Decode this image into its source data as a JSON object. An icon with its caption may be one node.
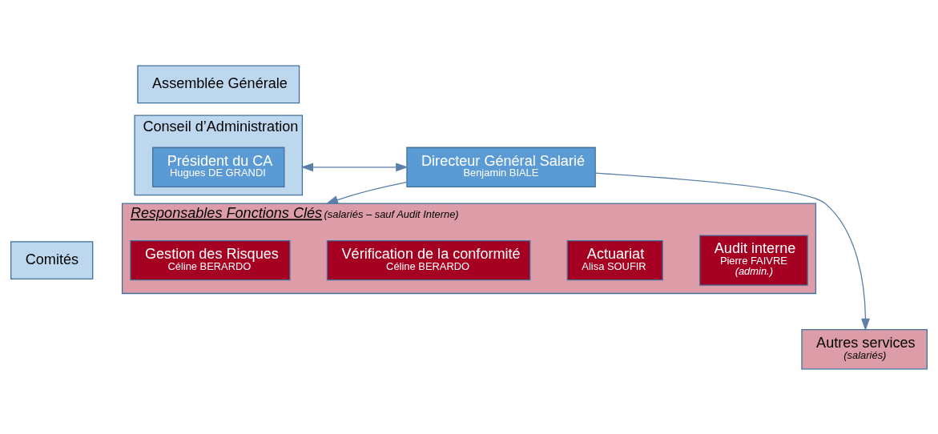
{
  "diagram": {
    "nodes": [
      {
        "text": [
          "Assemblée Générale"
        ]
      },
      {
        "text": [
          "Conseil d’Administration"
        ]
      },
      {
        "text": [
          "Président du CA",
          "Hugues DE GRANDI"
        ],
        "in": 1
      },
      {
        "text": [
          "Directeur Général Salarié",
          "Benjamin BIALE"
        ]
      },
      {
        "text": [
          "Comités"
        ]
      },
      {
        "text": [
          "Responsables Fonctions Clés",
          "(salariés – sauf Audit Interne)"
        ]
      },
      {
        "text": [
          "Gestion des Risques",
          "Céline BERARDO"
        ],
        "in": 5
      },
      {
        "text": [
          "Vérification de la conformité",
          "Céline BERARDO"
        ],
        "in": 5
      },
      {
        "text": [
          "Actuariat",
          "Alisa SOUFIR"
        ],
        "in": 5
      },
      {
        "text": [
          "Audit interne",
          "Pierre FAIVRE",
          "(admin.)"
        ],
        "in": 5
      },
      {
        "text": [
          "Autres services",
          "(salariés)"
        ]
      }
    ],
    "edges": [
      {
        "from": 1,
        "to": 3,
        "arrow": "both"
      },
      {
        "from": 3,
        "to": 5,
        "arrow": "to"
      },
      {
        "from": 3,
        "to": 10,
        "arrow": "to"
      }
    ]
  }
}
